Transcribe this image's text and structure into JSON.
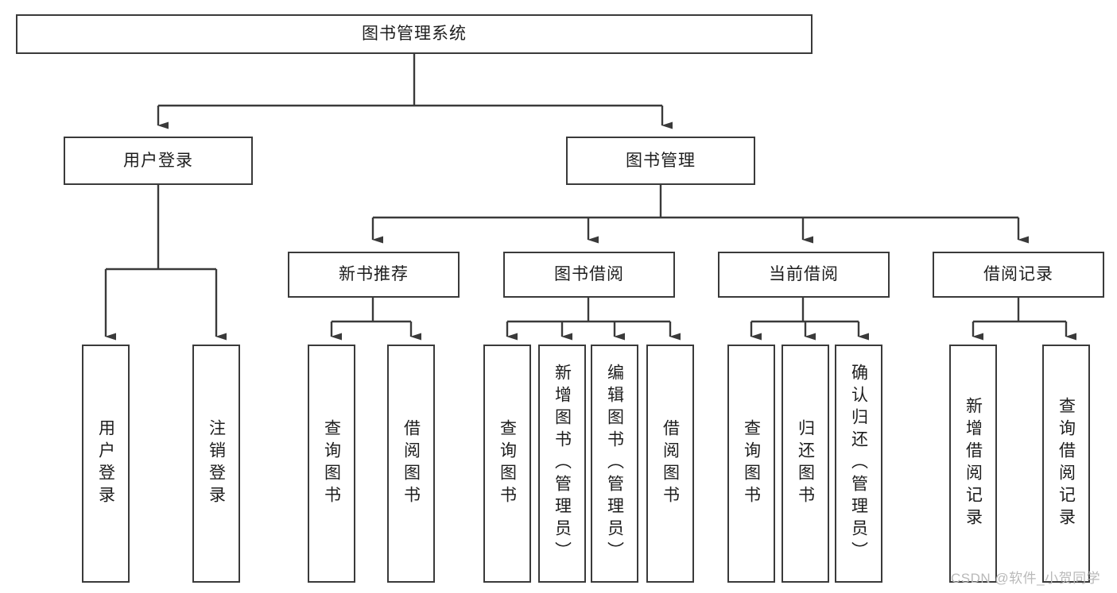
{
  "diagram": {
    "title": "图书管理系统",
    "type": "tree-hierarchy-diagram",
    "background_color": "#ffffff",
    "stroke_color": "#3a3a3a",
    "text_color": "#1d1d1d"
  },
  "nodes": {
    "root": {
      "label": "图书管理系统"
    },
    "level2": [
      {
        "label": "用户登录"
      },
      {
        "label": "图书管理"
      }
    ],
    "level3": [
      {
        "label": "新书推荐"
      },
      {
        "label": "图书借阅"
      },
      {
        "label": "当前借阅"
      },
      {
        "label": "借阅记录"
      }
    ],
    "leaves": {
      "user_login": [
        {
          "label": "用户登录"
        },
        {
          "label": "注销登录"
        }
      ],
      "new_book_recommend": [
        {
          "label": "查询图书"
        },
        {
          "label": "借阅图书"
        }
      ],
      "book_borrow": [
        {
          "label": "查询图书"
        },
        {
          "label": "新增图书（管理员）"
        },
        {
          "label": "编辑图书（管理员）"
        },
        {
          "label": "借阅图书"
        }
      ],
      "current_borrow": [
        {
          "label": "查询图书"
        },
        {
          "label": "归还图书"
        },
        {
          "label": "确认归还（管理员）"
        }
      ],
      "borrow_record": [
        {
          "label": "新增借阅记录"
        },
        {
          "label": "查询借阅记录"
        }
      ]
    }
  },
  "watermark": {
    "text": "CSDN @软件_小贺同学"
  }
}
